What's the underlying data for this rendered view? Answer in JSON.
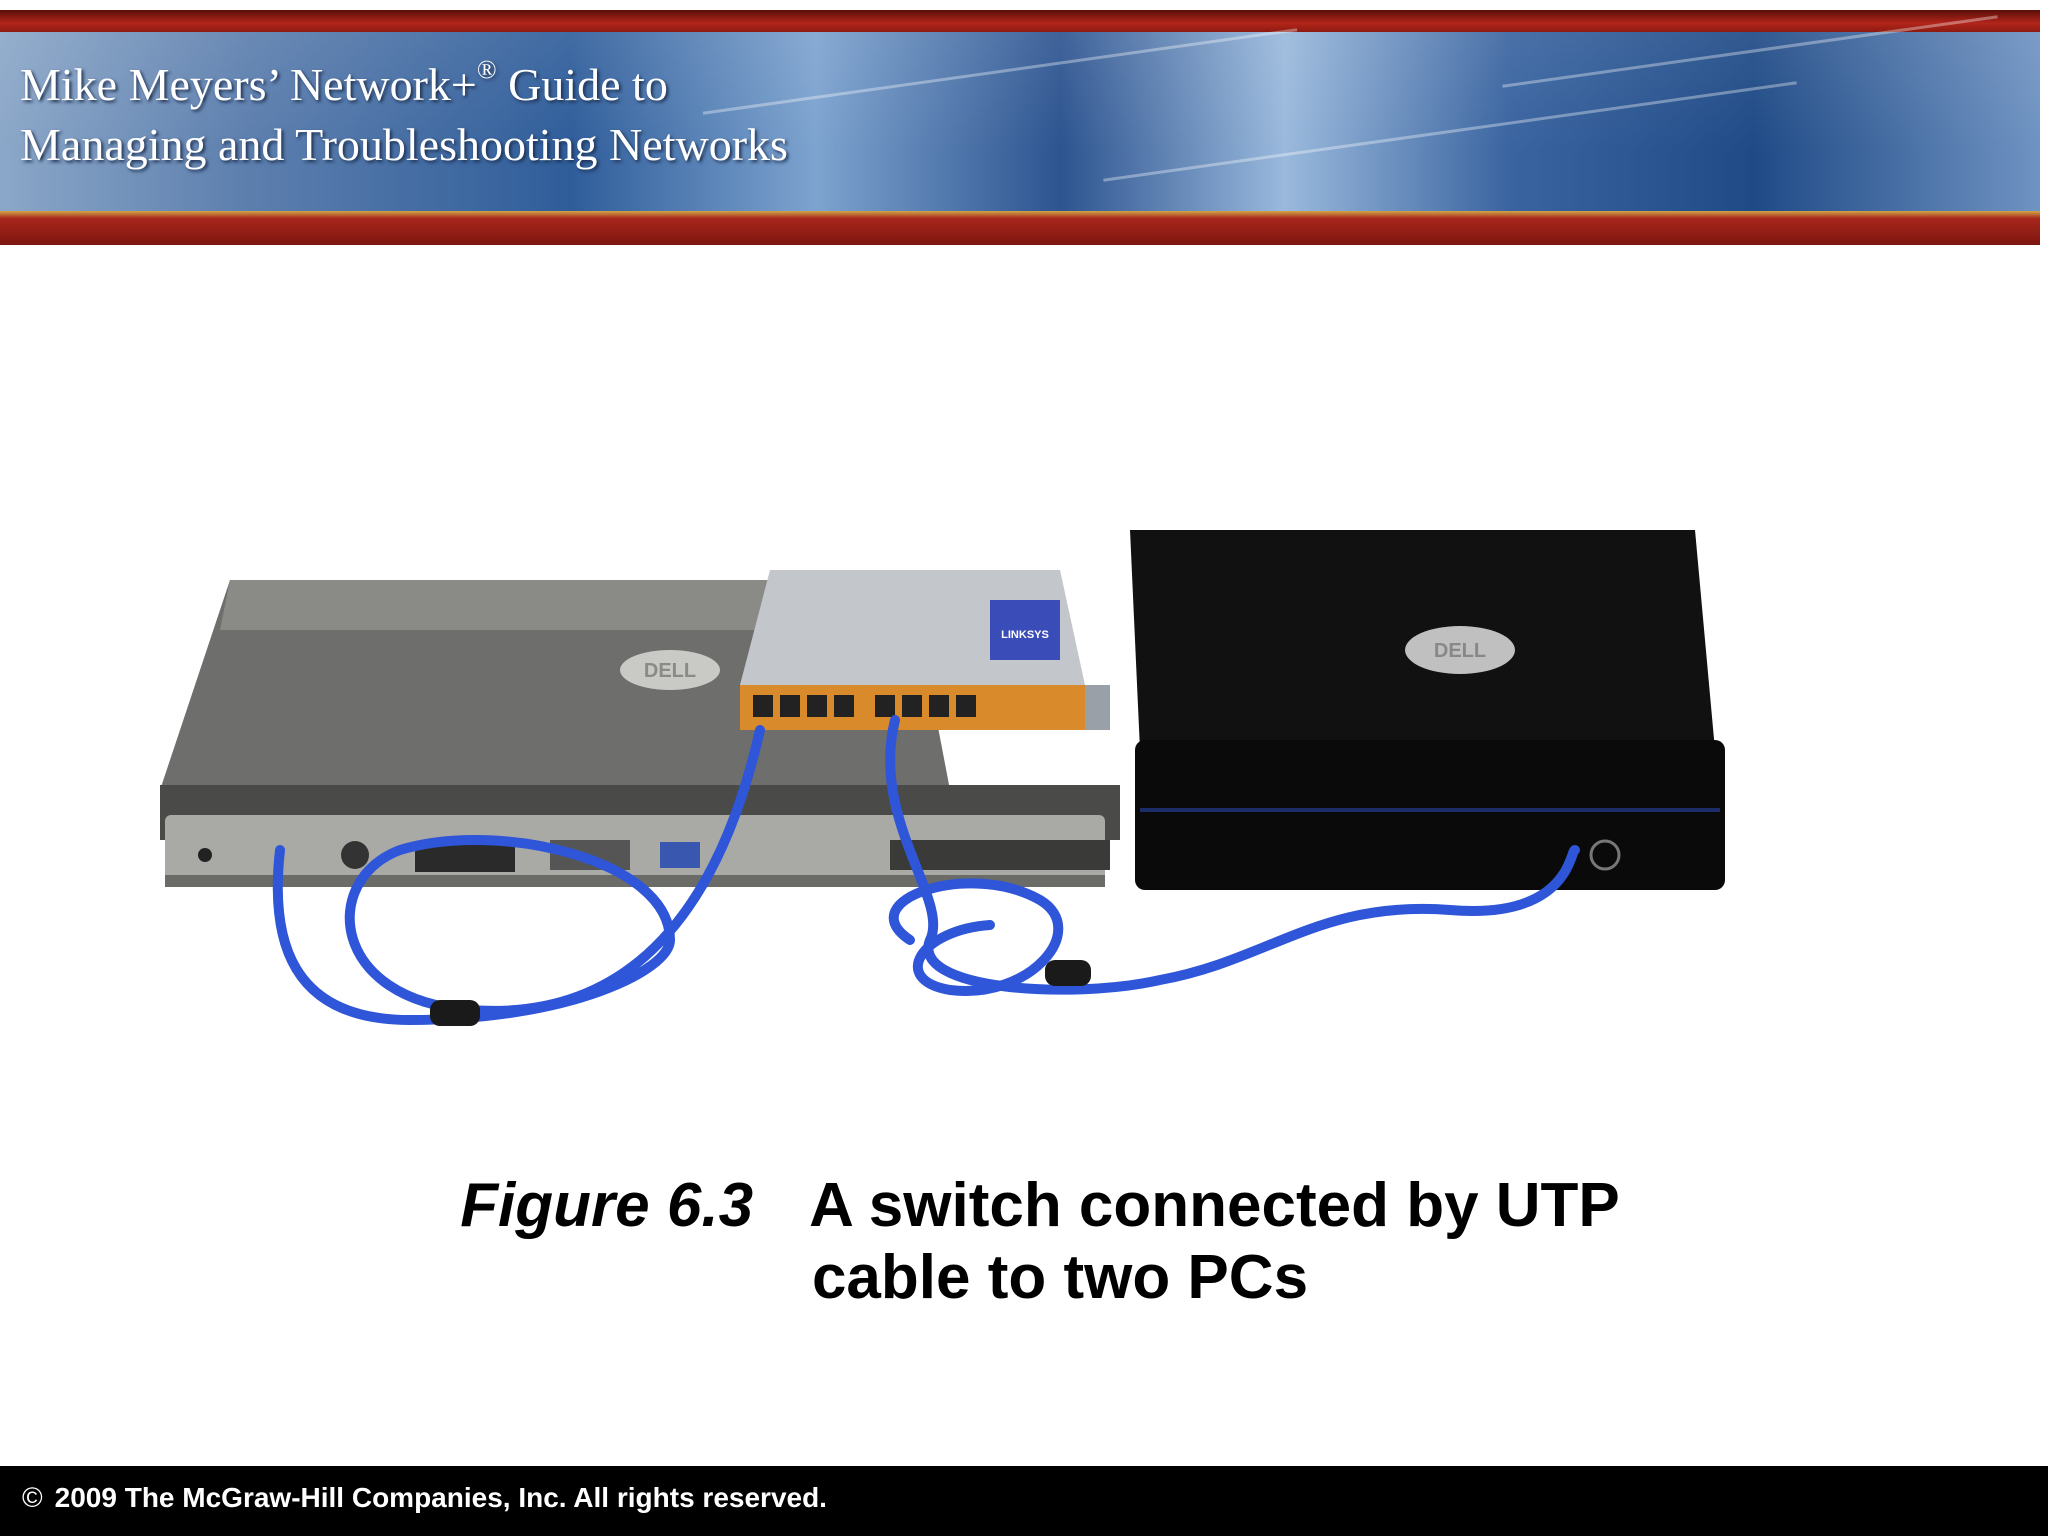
{
  "header": {
    "title_line1": "Mike Meyers’ Network+",
    "title_reg": "®",
    "title_line1_end": " Guide to",
    "title_line2": "Managing and Troubleshooting Networks"
  },
  "photo": {
    "left_laptop_logo": "DELL",
    "right_laptop_logo": "DELL",
    "switch_brand": "LINKSYS"
  },
  "caption": {
    "figure_label": "Figure 6.3",
    "text_line1": "A switch connected by UTP",
    "text_line2": "cable to two PCs"
  },
  "footer": {
    "copyright_symbol": "©",
    "copyright_text": "2009 The McGraw-Hill Companies, Inc. All rights reserved."
  },
  "colors": {
    "header_red": "#a8261b",
    "header_blue": "#2f5d9a",
    "cable_blue": "#2f56d8",
    "footer_bg": "#000000"
  }
}
